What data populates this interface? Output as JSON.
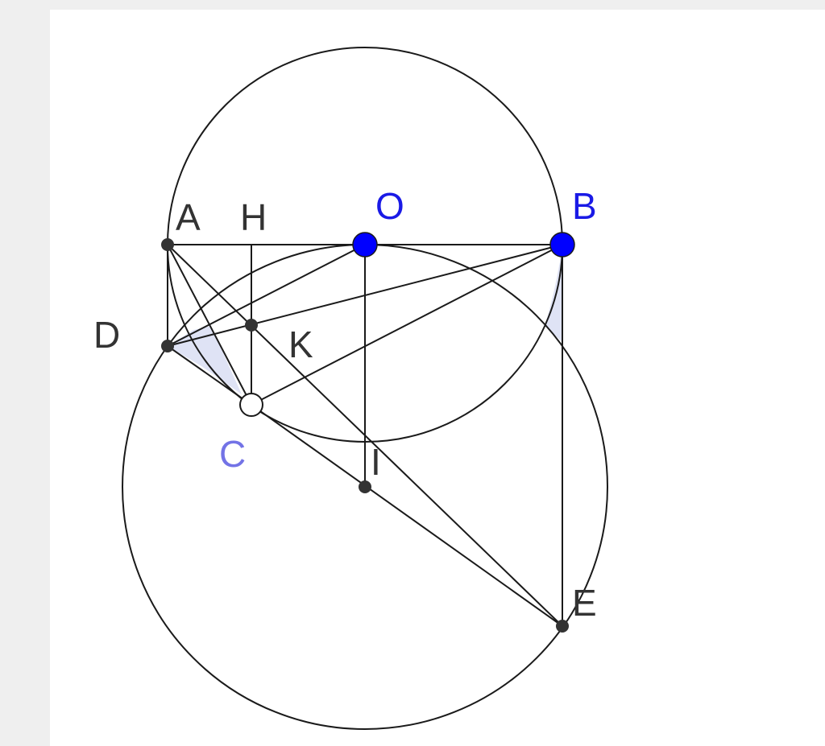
{
  "figure": {
    "points": {
      "A": {
        "label": "A"
      },
      "H": {
        "label": "H"
      },
      "O": {
        "label": "O"
      },
      "B": {
        "label": "B"
      },
      "D": {
        "label": "D"
      },
      "K": {
        "label": "K"
      },
      "C": {
        "label": "C"
      },
      "I": {
        "label": "I"
      },
      "E": {
        "label": "E"
      }
    },
    "colors": {
      "line": "#1a1a1a",
      "point_dark": "#333333",
      "point_blue": "#0000ff",
      "label_dark": "#333333",
      "label_blue": "#1a1ae6",
      "label_C": "#7373e6",
      "shade": "#dfe3f5"
    }
  }
}
